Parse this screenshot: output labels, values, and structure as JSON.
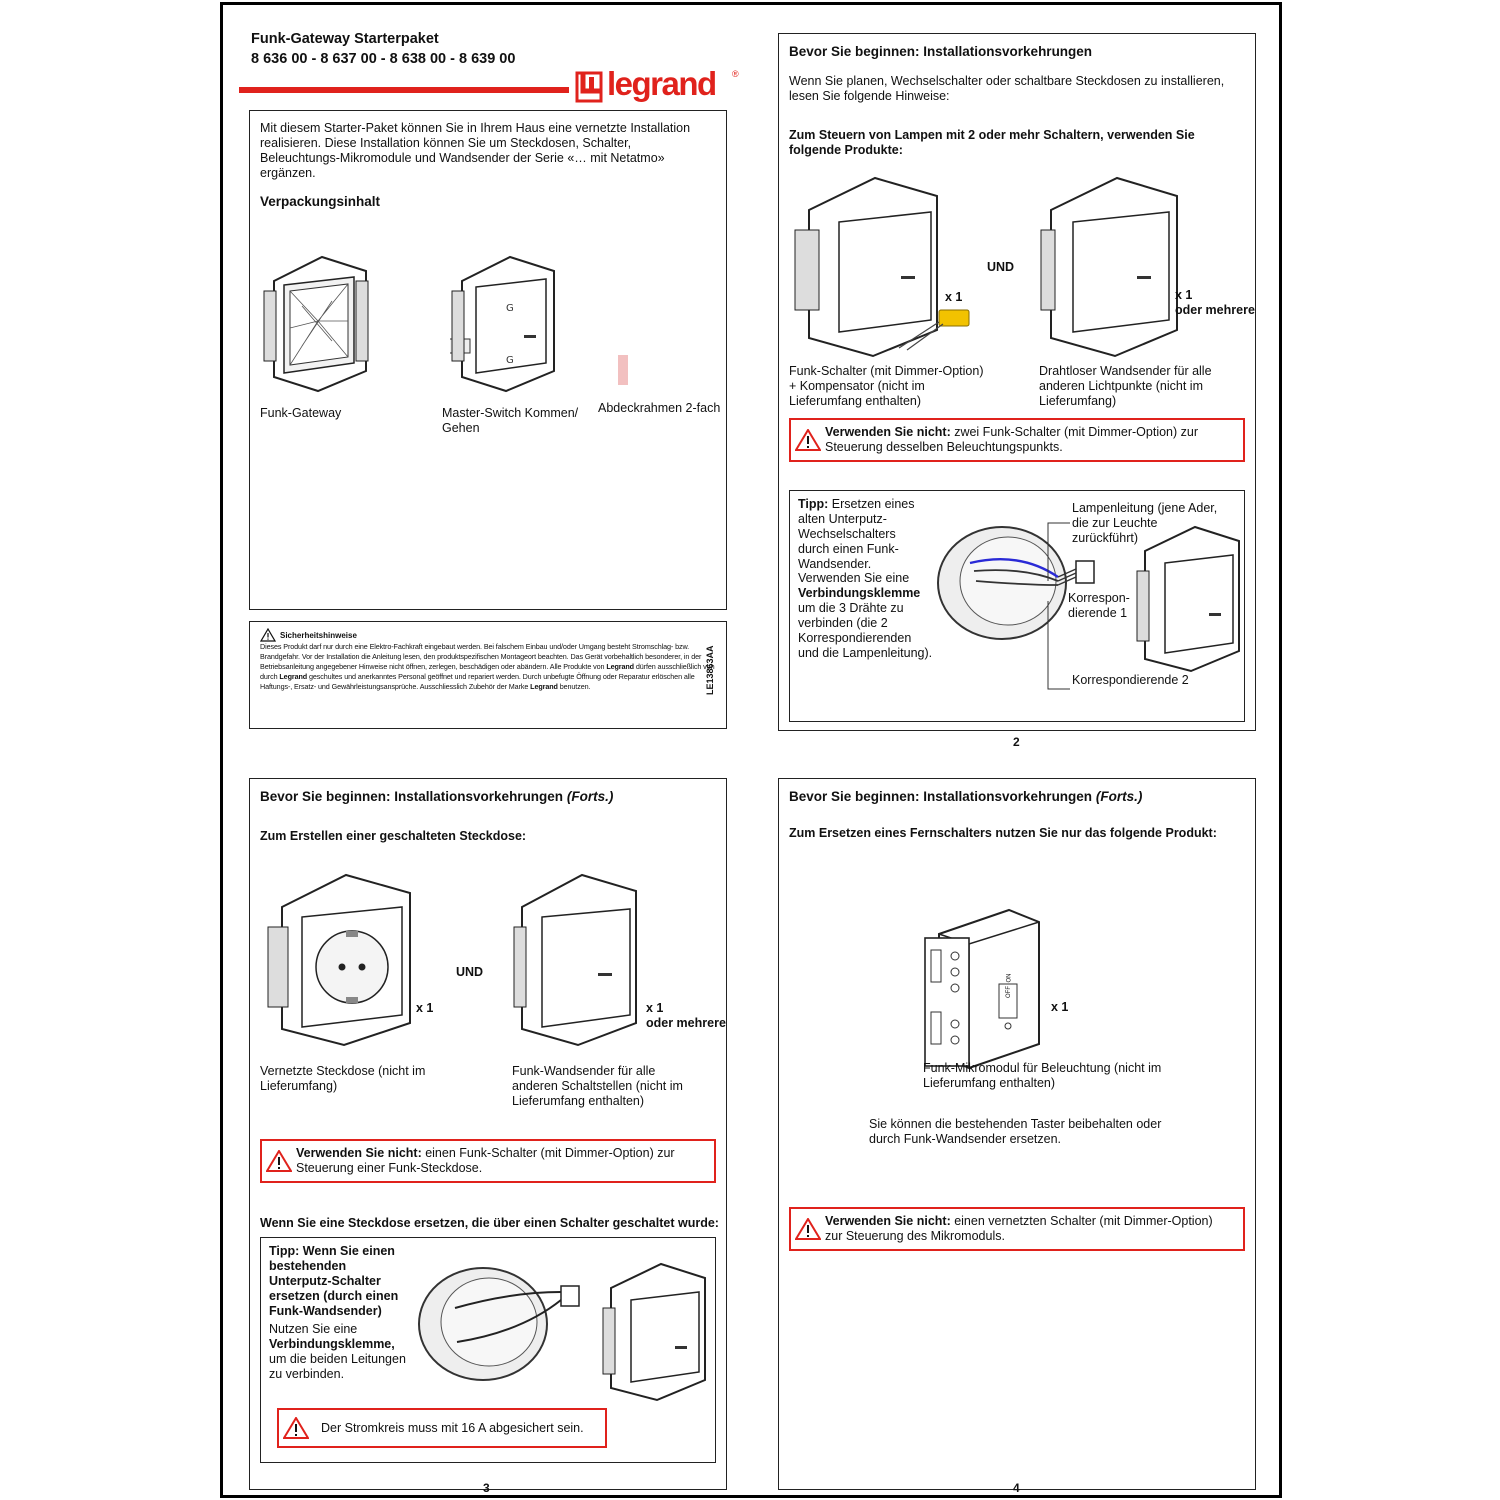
{
  "header": {
    "title": "Funk-Gateway Starterpaket",
    "articles": "8 636 00 - 8 637 00 - 8 638 00 - 8 639 00",
    "brand": "legrand",
    "brand_mark": "®",
    "brand_color": "#e0221c"
  },
  "page1": {
    "intro": "Mit diesem Starter-Paket können Sie in Ihrem Haus eine vernetzte Installation realisieren. Diese Installation können Sie um Steckdosen, Schalter, Beleuchtungs-Mikromodule und Wandsender der Serie «… mit Netatmo» ergänzen.",
    "contents_heading": "Verpackungsinhalt",
    "items": [
      "Funk-Gateway",
      "Master-Switch Kommen/ Gehen",
      "Abdeckrahmen 2-fach"
    ],
    "safety_title": "Sicherheitshinweise",
    "safety_text_parts": [
      "Dieses Produkt darf nur durch eine Elektro-Fachkraft eingebaut werden. Bei falschem Einbau und/oder Umgang besteht Stromschlag- bzw. Brandgefahr. Vor der Installation die Anleitung lesen, den produktspezifischen Montageort beachten. Das Gerät vorbehaltlich besonderer, in der Betriebsanleitung angegebener Hinweise nicht öffnen, zerlegen, beschädigen oder abändern. Alle Produkte von ",
      "Legrand",
      " dürfen ausschließlich von durch ",
      "Legrand",
      " geschultes und anerkanntes Personal geöffnet und repariert werden. Durch unbefugte Öffnung oder Reparatur erlöschen alle Haftungs-, Ersatz- und Gewährleistungsansprüche. Ausschliesslich Zubehör der Marke ",
      "Legrand",
      " benutzen."
    ],
    "doc_code": "LE13863AA"
  },
  "page2": {
    "heading": "Bevor Sie beginnen: Installationsvorkehrungen",
    "intro": "Wenn Sie planen, Wechselschalter oder schaltbare Steckdosen zu installieren, lesen Sie folgende Hinweise:",
    "sub": "Zum Steuern von Lampen mit 2 oder mehr Schaltern, verwenden Sie folgende Produkte:",
    "und": "UND",
    "x1": "x 1",
    "x1_more": "oder mehrere",
    "cap_left": "Funk-Schalter (mit Dimmer-Option) + Kompensator (nicht im Lieferumfang enthalten)",
    "cap_right": "Drahtloser Wandsender für alle anderen Lichtpunkte (nicht im Lieferumfang)",
    "warn_bold": "Verwenden Sie nicht:",
    "warn_text": " zwei Funk-Schalter (mit Dimmer-Option) zur Steuerung desselben Beleuchtungspunkts.",
    "tip_bold": "Tipp:",
    "tip_text": " Ersetzen eines alten Unterputz-Wechselschalters durch einen Funk-Wandsender.",
    "tip2_a": "Verwenden Sie eine ",
    "tip2_bold": "Verbindungsklemme",
    "tip2_b": " um die 3 Drähte zu verbinden (die 2 Korrespondierenden und die Lampenleitung).",
    "label_lamp": "Lampenleitung (jene Ader, die zur Leuchte zurückführt)",
    "label_k1": "Korrespon- dierende 1",
    "label_k2": "Korrespondierende 2",
    "page_no": "2"
  },
  "page3": {
    "heading": "Bevor Sie beginnen: Installationsvorkehrungen",
    "heading_it": "(Forts.)",
    "sub": "Zum Erstellen einer geschalteten Steckdose:",
    "und": "UND",
    "x1": "x 1",
    "x1_more": "oder mehrere",
    "cap_left": "Vernetzte Steckdose (nicht im Lieferumfang)",
    "cap_right": "Funk-Wandsender für alle anderen Schaltstellen (nicht im Lieferumfang enthalten)",
    "warn_bold": "Verwenden Sie nicht:",
    "warn_text": " einen Funk-Schalter (mit Dimmer-Option) zur Steuerung einer Funk-Steckdose.",
    "sub2": "Wenn Sie eine Steckdose ersetzen, die über einen Schalter geschaltet wurde:",
    "tip_bold": "Tipp: Wenn Sie einen bestehenden Unterputz-Schalter ersetzen (durch einen Funk-Wandsender)",
    "tip2_a": "Nutzen Sie eine ",
    "tip2_bold": "Verbindungsklemme,",
    "tip2_b": " um die beiden Leitungen zu verbinden.",
    "warn2": "Der Stromkreis muss mit 16 A abgesichert sein.",
    "page_no": "3"
  },
  "page4": {
    "heading": "Bevor Sie beginnen: Installationsvorkehrungen",
    "heading_it": "(Forts.)",
    "sub": "Zum Ersetzen eines Fernschalters nutzen Sie nur das folgende Produkt:",
    "x1": "x 1",
    "on_label": "ON",
    "off_label": "OFF",
    "cap": "Funk-Mikromodul für Beleuchtung (nicht im Lieferumfang enthalten)",
    "note": "Sie können die bestehenden Taster beibehalten oder durch Funk-Wandsender ersetzen.",
    "warn_bold": "Verwenden Sie nicht:",
    "warn_text": " einen vernetzten Schalter (mit Dimmer-Option) zur Steuerung des Mikromoduls.",
    "page_no": "4"
  }
}
